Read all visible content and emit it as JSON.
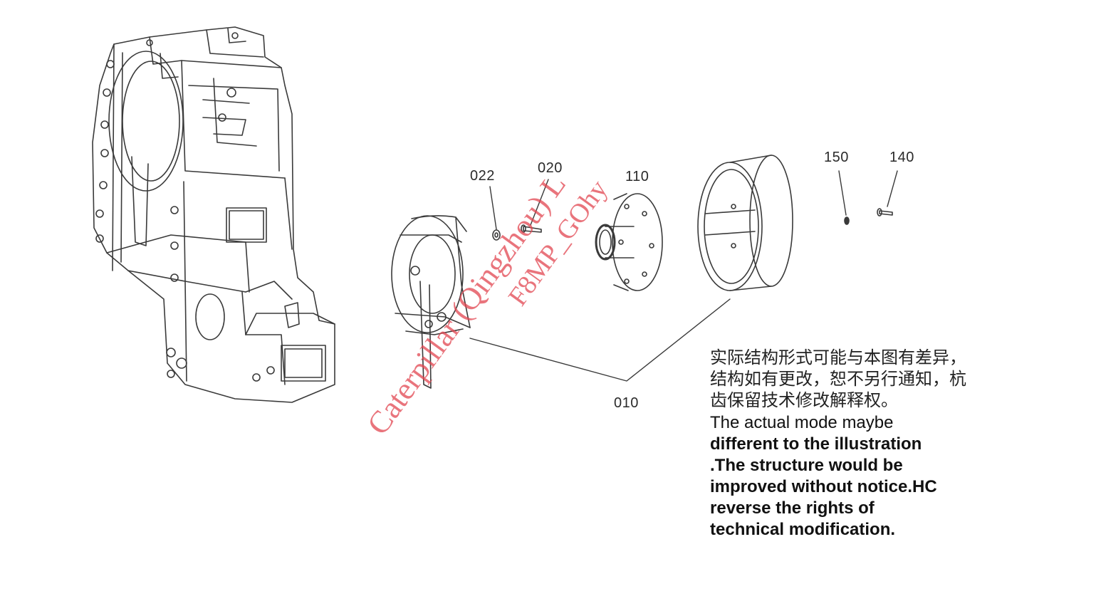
{
  "callouts": {
    "c022": "022",
    "c020": "020",
    "c110": "110",
    "c150": "150",
    "c140": "140",
    "c010": "010"
  },
  "note": {
    "cn_line1": "实际结构形式可能与本图有差异，",
    "cn_line2": "结构如有更改，恕不另行通知，杭",
    "cn_line3": "齿保留技术修改解释权。",
    "en_line1": "The actual mode maybe",
    "en_line2": "different to the illustration",
    "en_line3": ".The structure would be",
    "en_line4": "improved without notice.HC",
    "en_line5": "reverse the rights of",
    "en_line6": "technical modification."
  },
  "watermark": {
    "line1": "Caterpillar (Qingzhou) L",
    "line2": "F8MP_GOhy"
  },
  "colors": {
    "line": "#3a3a3a",
    "watermark": "#e14650"
  }
}
